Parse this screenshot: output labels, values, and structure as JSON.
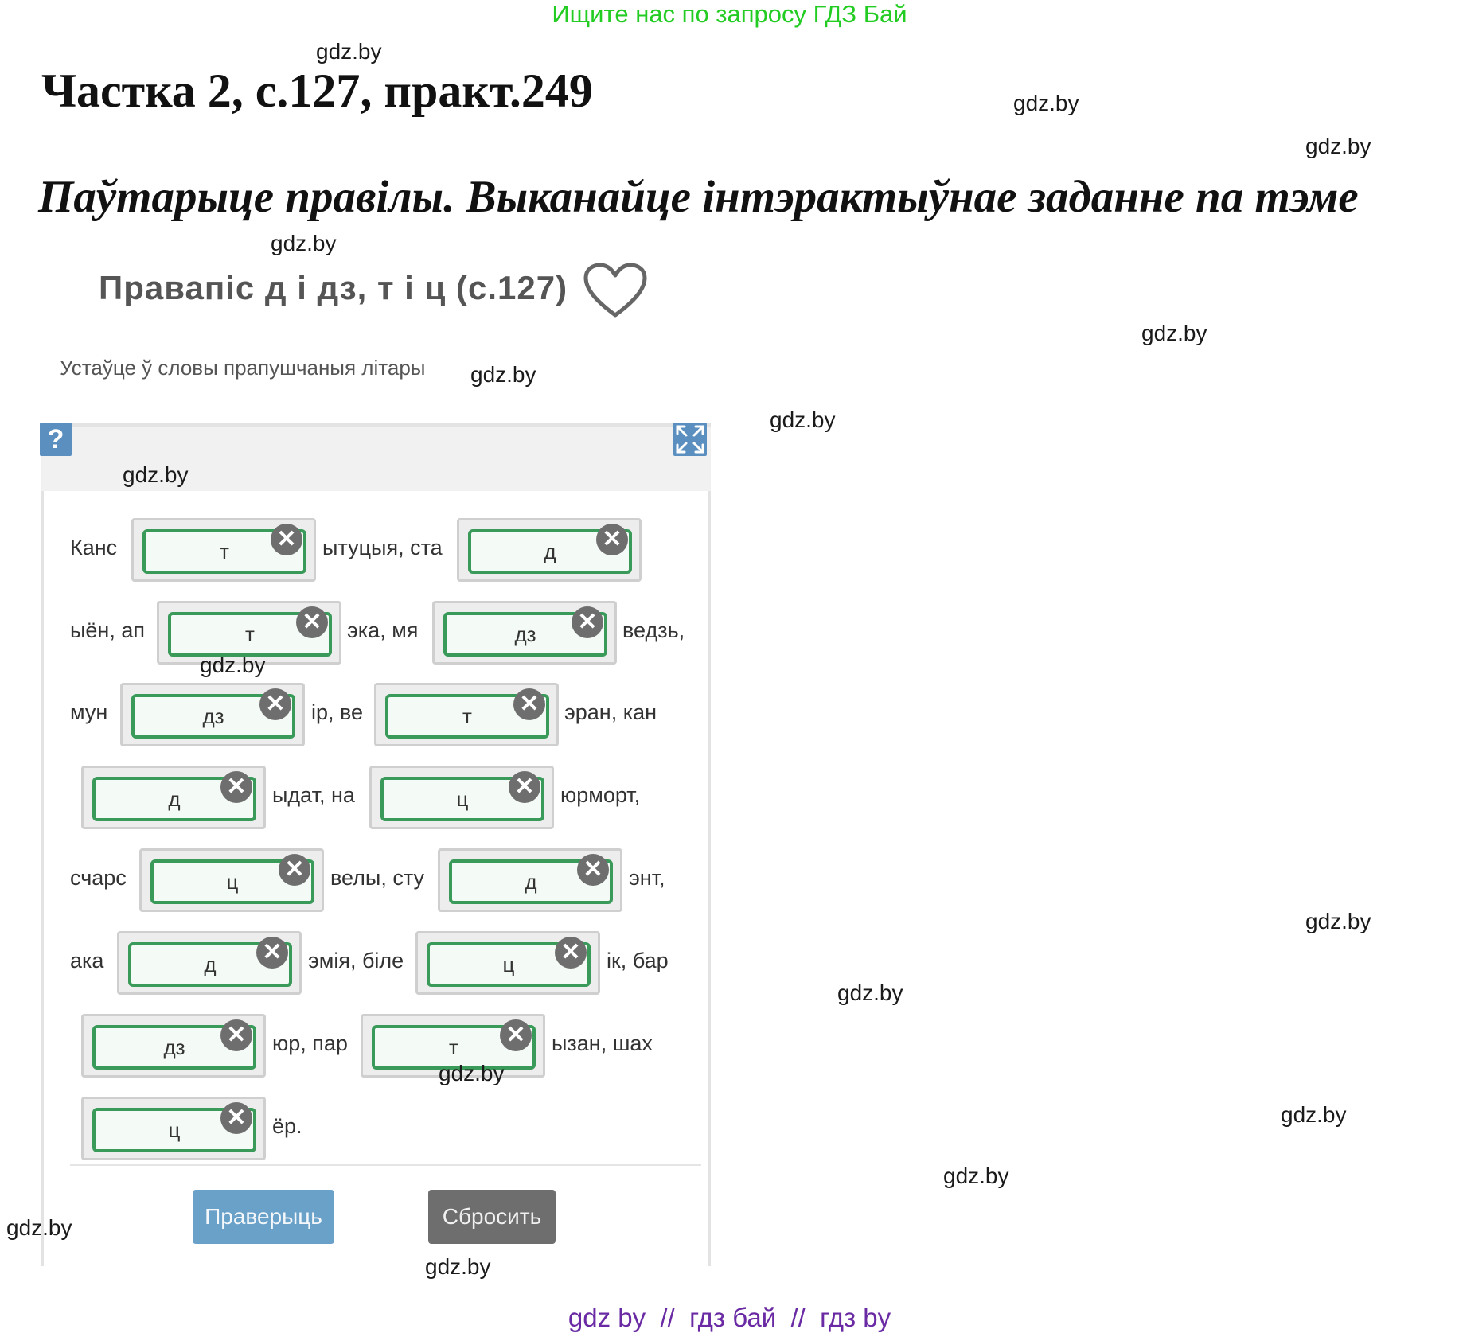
{
  "top_banner": "Ищите нас по запросу ГДЗ Бай",
  "watermark": "gdz.by",
  "page_title": "Частка 2, с.127, практ.249",
  "task_text": "Паўтарыце правілы. Выканайце інтэрактыўнае заданне па тэме",
  "exercise": {
    "title": "Правапіс д і дз, т і ц (с.127)",
    "instruction": "Устаўце ў словы прапушчаныя літары",
    "help_label": "?",
    "remove_glyph": "✕",
    "fragments": [
      "Канс",
      "ытуцыя, ста",
      "ыён, ап",
      "эка, мя",
      "ведзь,",
      "мун",
      "ір, ве",
      "эран, кан",
      "ыдат, на",
      "юрморт,",
      "счарс",
      "велы, сту",
      "энт,",
      "ака",
      "эмія, біле",
      "ік, бар",
      "юр, пар",
      "ызан, шах",
      "ёр."
    ],
    "answers": [
      "т",
      "д",
      "т",
      "дз",
      "дз",
      "т",
      "д",
      "ц",
      "ц",
      "д",
      "д",
      "ц",
      "дз",
      "т",
      "ц"
    ],
    "check_button": "Праверыць",
    "reset_button": "Сбросить"
  },
  "footer": "gdz by  //  гдз бай  //  гдз by",
  "colors": {
    "banner": "#22cc22",
    "accent_blue": "#5a8fbf",
    "chip_border": "#3a9a5a",
    "footer": "#6a2aa3"
  }
}
